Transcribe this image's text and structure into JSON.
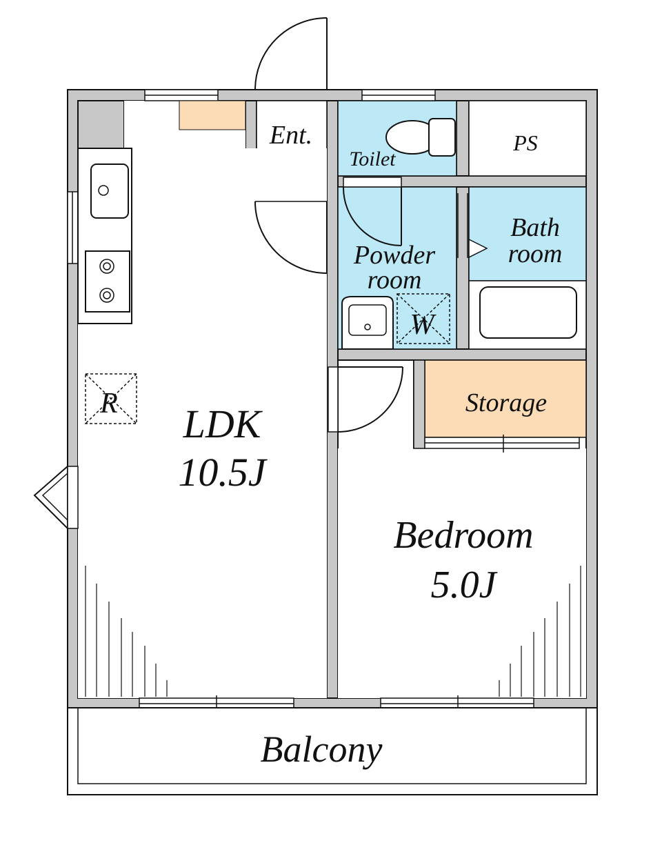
{
  "floorplan": {
    "colors": {
      "wall": "#c8c8c8",
      "water_room": "#bde9f7",
      "storage": "#fcdcb6",
      "line": "#111111",
      "background": "#ffffff"
    },
    "rooms": {
      "entrance": "Ent.",
      "toilet": "Toilet",
      "pipe_space": "PS",
      "bath_line1": "Bath",
      "bath_line2": "room",
      "powder_line1": "Powder",
      "powder_line2": "room",
      "washer": "W",
      "refrigerator": "R",
      "storage": "Storage",
      "ldk_name": "LDK",
      "ldk_size": "10.5J",
      "bedroom_name": "Bedroom",
      "bedroom_size": "5.0J",
      "balcony": "Balcony"
    },
    "icons": [
      "sink-icon",
      "stove-burner-icon",
      "toilet-icon",
      "washbasin-icon",
      "bathtub-icon",
      "door-swing-icon",
      "window-icon",
      "bay-window-icon"
    ]
  }
}
